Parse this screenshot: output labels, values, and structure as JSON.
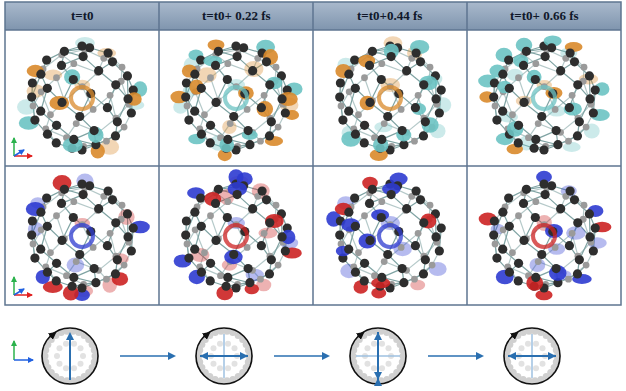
{
  "diagram": {
    "labels": [
      "t=t0",
      "t=t0+ 0.22 fs",
      "t=t0+0.44 fs",
      "t=t0+ 0.66 fs"
    ]
  }
}
